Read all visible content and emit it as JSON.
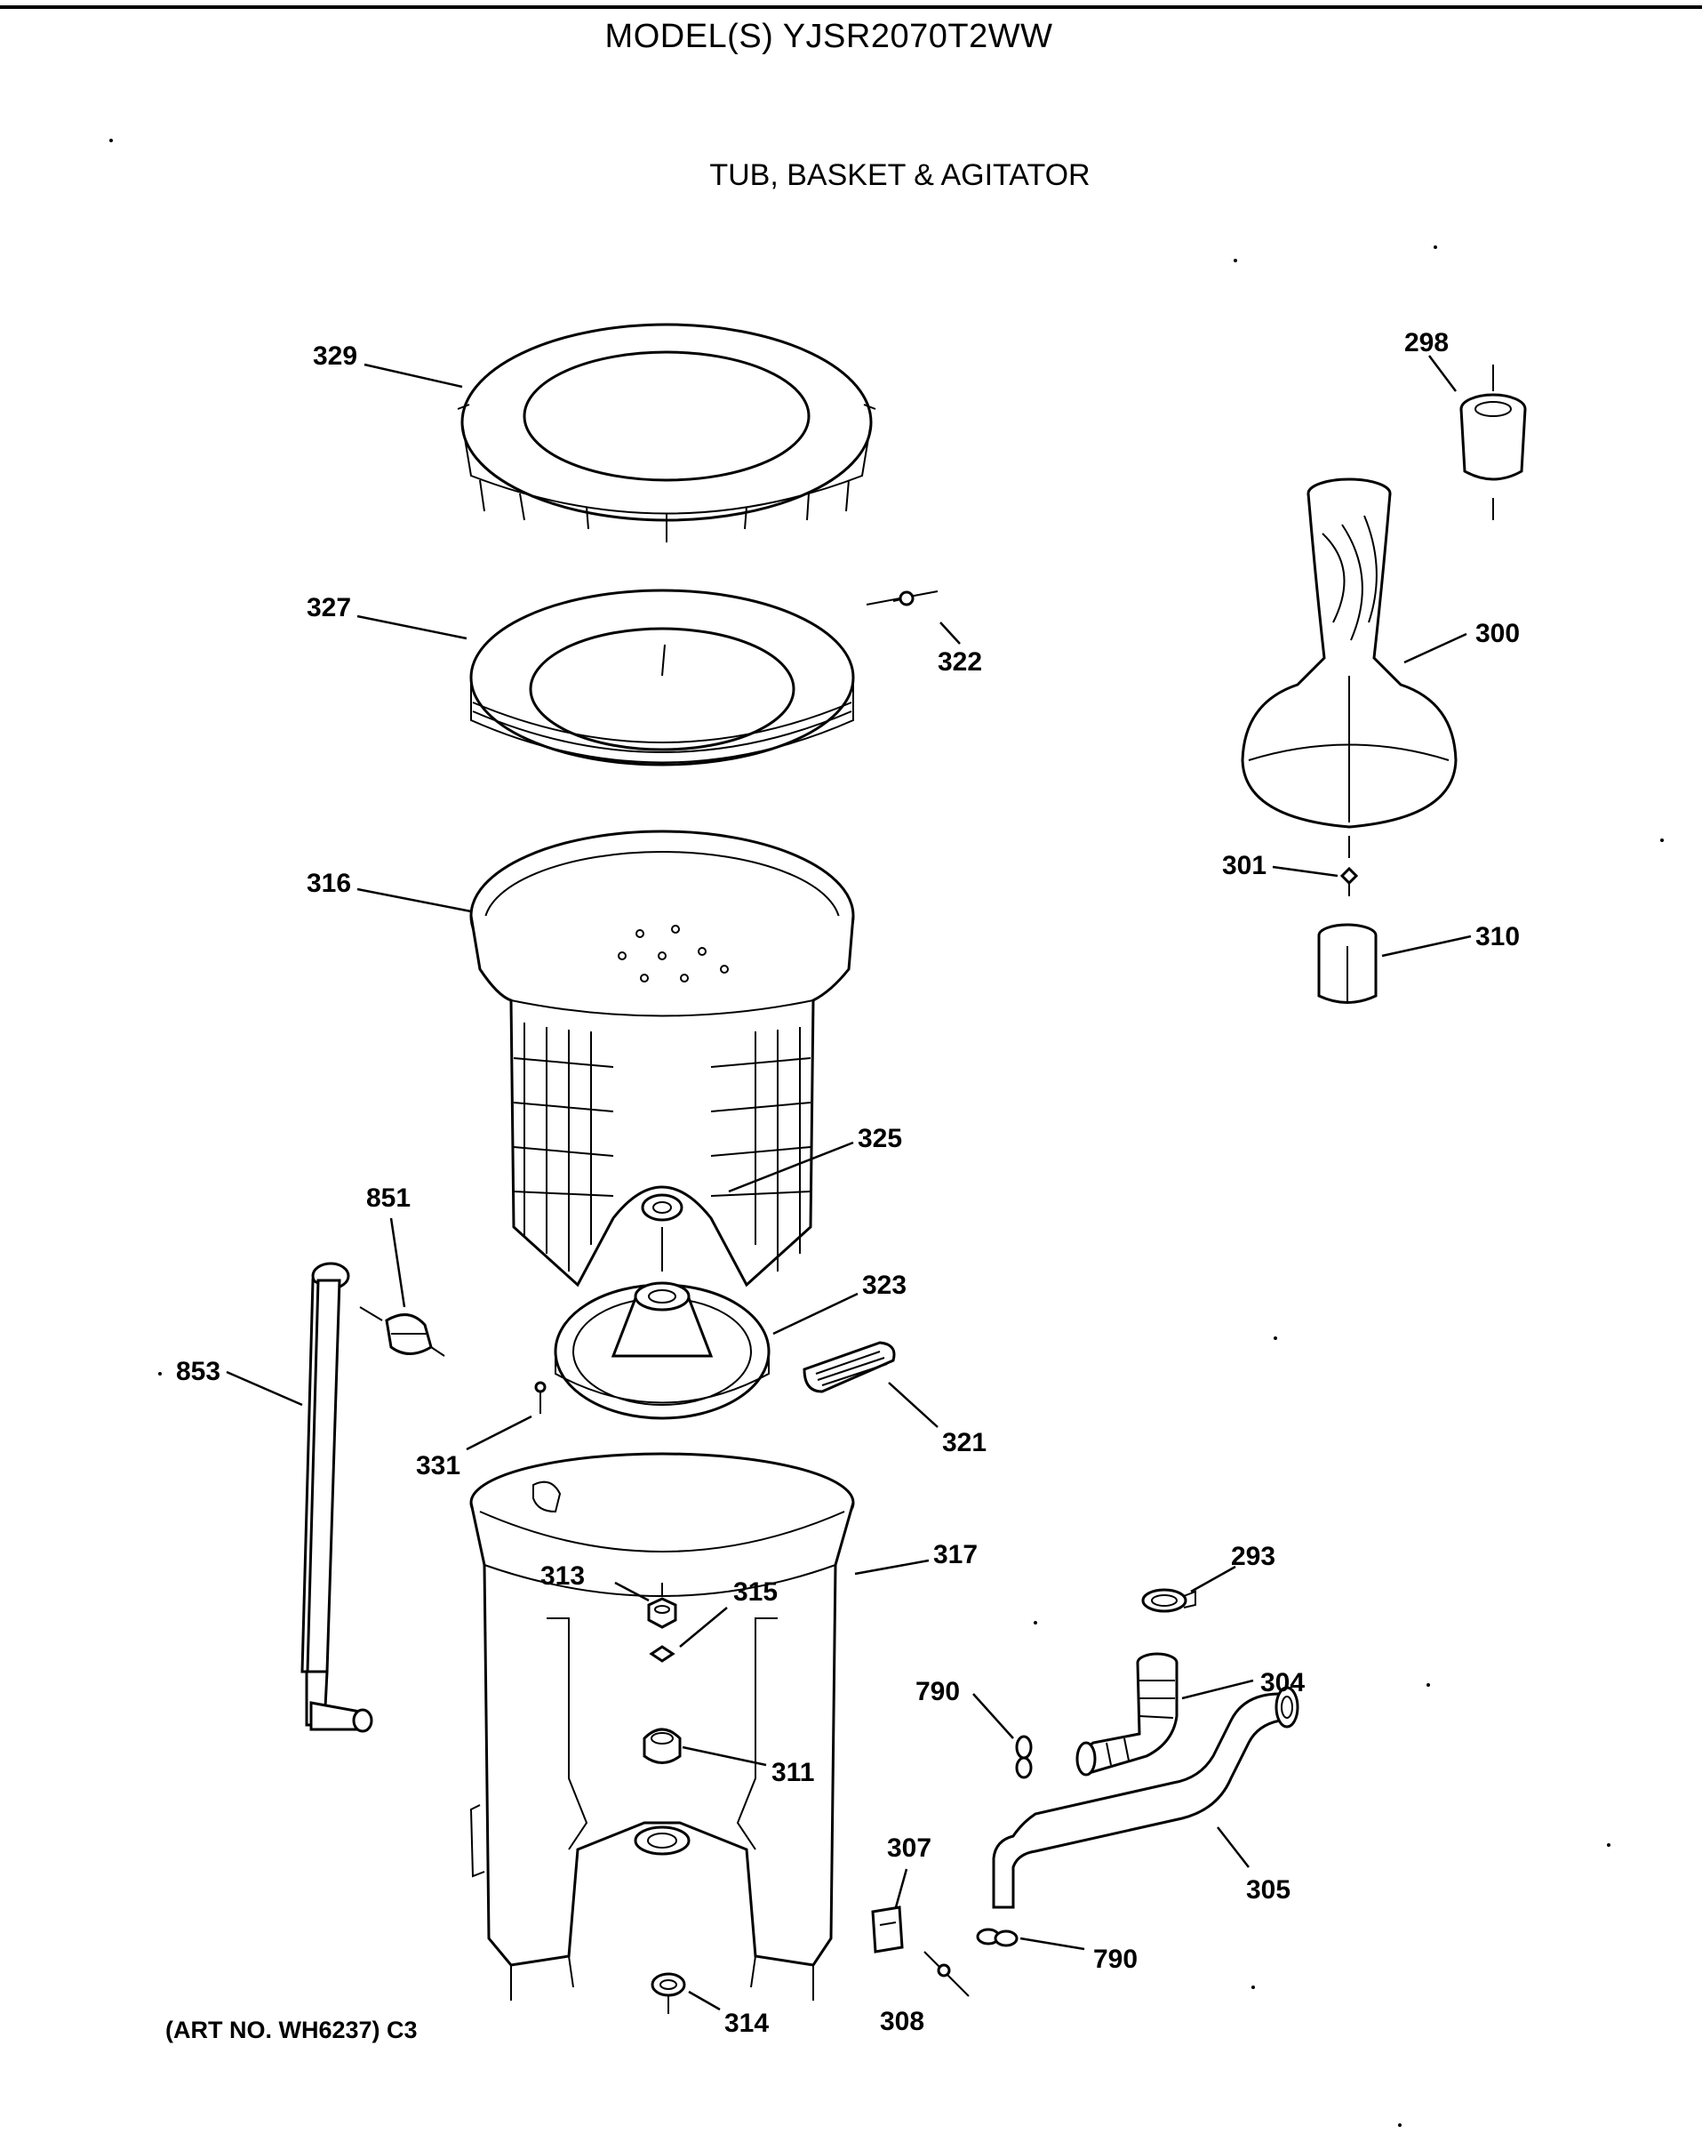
{
  "header": {
    "model_title": "MODEL(S) YJSR2070T2WW",
    "section_title": "TUB, BASKET & AGITATOR"
  },
  "footer": {
    "art_number": "(ART NO. WH6237) C3"
  },
  "callouts": [
    {
      "id": "329",
      "label": "329"
    },
    {
      "id": "327",
      "label": "327"
    },
    {
      "id": "322",
      "label": "322"
    },
    {
      "id": "316",
      "label": "316"
    },
    {
      "id": "325",
      "label": "325"
    },
    {
      "id": "851",
      "label": "851"
    },
    {
      "id": "853",
      "label": "853"
    },
    {
      "id": "323",
      "label": "323"
    },
    {
      "id": "321",
      "label": "321"
    },
    {
      "id": "331",
      "label": "331"
    },
    {
      "id": "317",
      "label": "317"
    },
    {
      "id": "313",
      "label": "313"
    },
    {
      "id": "315",
      "label": "315"
    },
    {
      "id": "311",
      "label": "311"
    },
    {
      "id": "314",
      "label": "314"
    },
    {
      "id": "298",
      "label": "298"
    },
    {
      "id": "300",
      "label": "300"
    },
    {
      "id": "301",
      "label": "301"
    },
    {
      "id": "310",
      "label": "310"
    },
    {
      "id": "293",
      "label": "293"
    },
    {
      "id": "304",
      "label": "304"
    },
    {
      "id": "790a",
      "label": "790"
    },
    {
      "id": "307",
      "label": "307"
    },
    {
      "id": "305",
      "label": "305"
    },
    {
      "id": "790b",
      "label": "790"
    },
    {
      "id": "308",
      "label": "308"
    }
  ]
}
